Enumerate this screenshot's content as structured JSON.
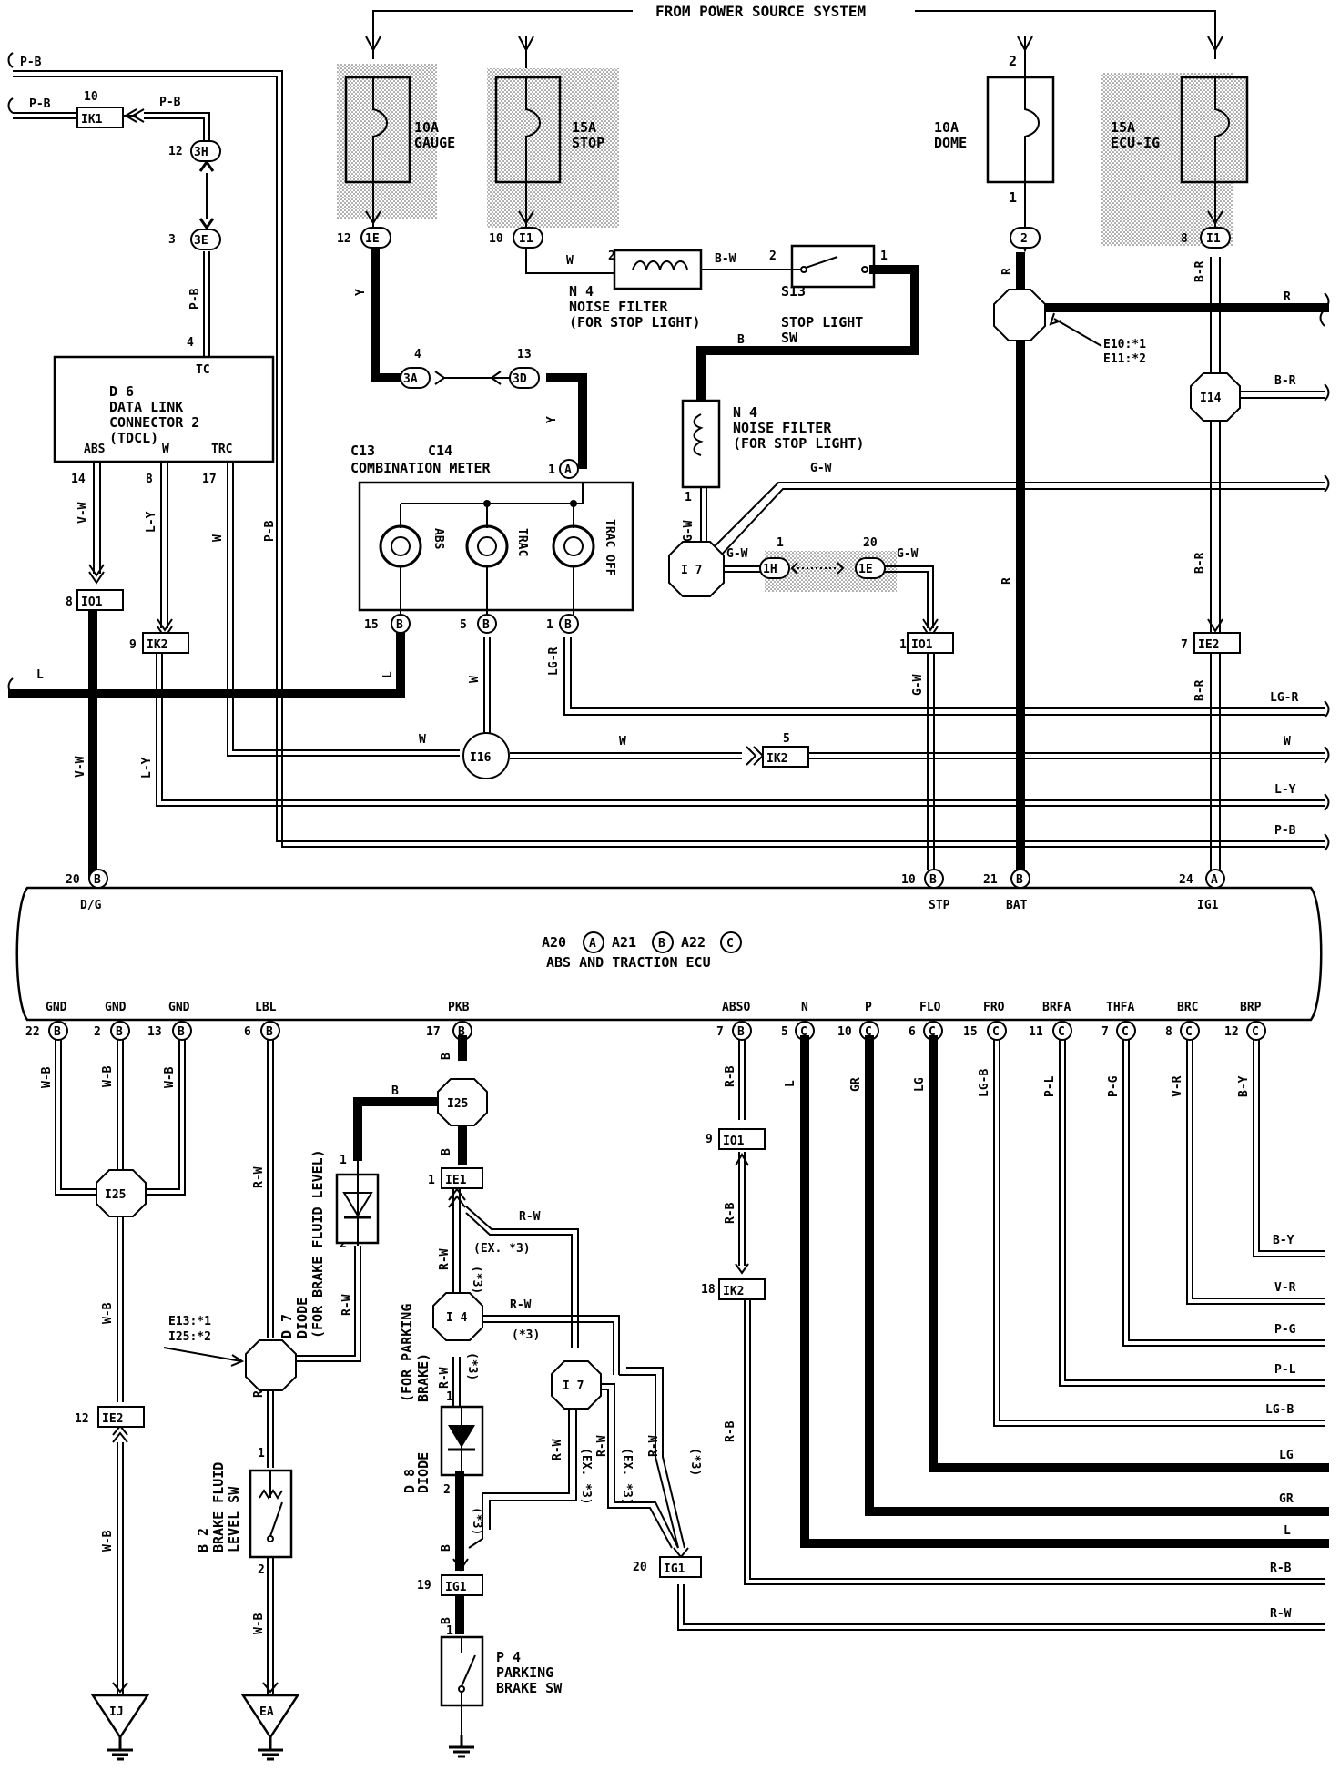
{
  "header": {
    "power_source": "FROM POWER SOURCE SYSTEM"
  },
  "fuses": {
    "gauge": {
      "rating": "10A",
      "name": "GAUGE"
    },
    "stop": {
      "rating": "15A",
      "name": "STOP"
    },
    "dome": {
      "rating": "10A",
      "name": "DOME"
    },
    "ecu_ig": {
      "rating": "15A",
      "name": "ECU-IG"
    }
  },
  "components": {
    "d6": {
      "id": "D 6",
      "line1": "DATA LINK",
      "line2": "CONNECTOR 2",
      "line3": "(TDCL)",
      "pin_tc": "TC",
      "pin_abs": "ABS",
      "pin_w": "W",
      "pin_trc": "TRC"
    },
    "meter": {
      "ids": "C13",
      "ids2": "C14",
      "name": "COMBINATION METER",
      "lamp1": "ABS",
      "lamp2": "TRAC",
      "lamp3": "TRAC OFF"
    },
    "n4_top": {
      "id": "N 4",
      "line1": "NOISE FILTER",
      "line2": "(FOR STOP LIGHT)"
    },
    "s13": {
      "id": "S13",
      "line1": "STOP LIGHT",
      "line2": "SW"
    },
    "n4_mid": {
      "id": "N 4",
      "line1": "NOISE FILTER",
      "line2": "(FOR STOP LIGHT)"
    },
    "ecu": {
      "line1": "A20",
      "line1b": "A21",
      "line1c": "A22",
      "name": "ABS AND TRACTION ECU"
    },
    "d7": {
      "id": "D 7",
      "line1": "DIODE",
      "line2": "(FOR BRAKE FLUID LEVEL)"
    },
    "d8": {
      "id": "D 8",
      "line1": "DIODE",
      "line2": "(FOR PARKING",
      "line3": "BRAKE)"
    },
    "b2": {
      "id": "B 2",
      "line1": "BRAKE FLUID",
      "line2": "LEVEL SW"
    },
    "p4": {
      "id": "P 4",
      "line1": "PARKING",
      "line2": "BRAKE SW"
    }
  },
  "notes": {
    "e10": "E10:*1",
    "e11": "E11:*2",
    "e13": "E13:*1",
    "i25": "I25:*2",
    "ex3": "(EX. *3)",
    "s3": "(*3)"
  },
  "ecu_pins_top": {
    "dg": "D/G",
    "stp": "STP",
    "bat": "BAT",
    "ig1": "IG1"
  },
  "ecu_pins_bottom": [
    "GND",
    "GND",
    "GND",
    "LBL",
    "PKB",
    "ABSO",
    "N",
    "P",
    "FLO",
    "FRO",
    "BRFA",
    "THFA",
    "BRC",
    "BRP"
  ],
  "wire_labels_right_top": [
    "R",
    "B-R",
    "G-W",
    "LG-R",
    "W",
    "L-Y",
    "P-B"
  ],
  "wire_labels_right_bottom": [
    "B-Y",
    "V-R",
    "P-G",
    "P-L",
    "LG-B",
    "LG",
    "GR",
    "L",
    "R-B",
    "R-W"
  ],
  "wire_labels_left": [
    "P-B",
    "P-B",
    "L"
  ],
  "grounds": [
    "IJ",
    "EA"
  ]
}
